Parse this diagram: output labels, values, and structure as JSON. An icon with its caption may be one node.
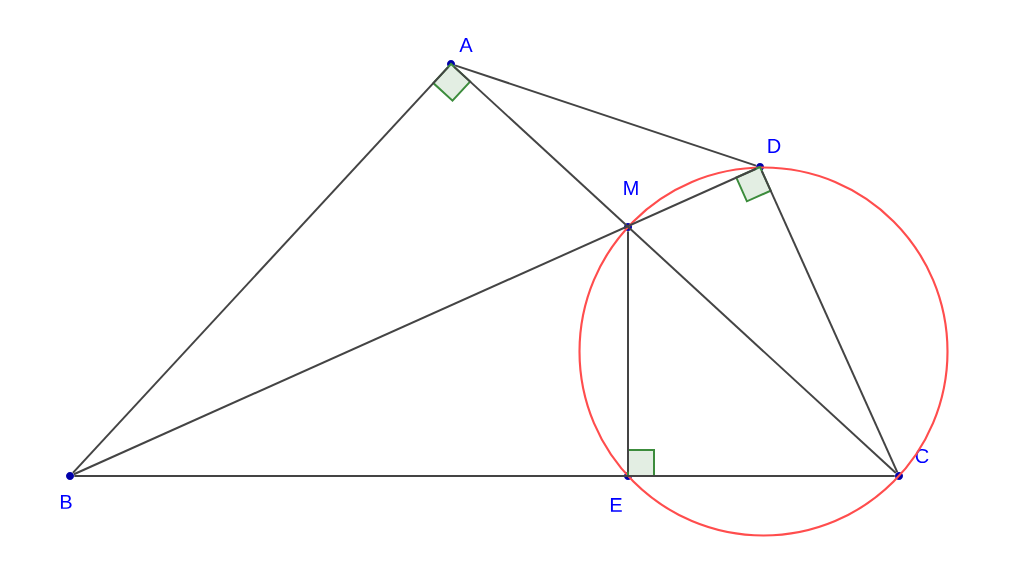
{
  "diagram": {
    "nodes": [
      {
        "text": [
          "A"
        ]
      },
      {
        "text": [
          "B"
        ]
      },
      {
        "text": [
          "C"
        ]
      },
      {
        "text": [
          "D"
        ]
      },
      {
        "text": [
          "E"
        ]
      },
      {
        "text": [
          "M"
        ]
      }
    ],
    "edges": [
      {
        "from": 0,
        "to": 1,
        "arrow": "none"
      },
      {
        "from": 0,
        "to": 3,
        "arrow": "none"
      },
      {
        "from": 0,
        "to": 2,
        "arrow": "none"
      },
      {
        "from": 1,
        "to": 3,
        "arrow": "none"
      },
      {
        "from": 5,
        "to": 4,
        "arrow": "none"
      },
      {
        "from": 3,
        "to": 2,
        "arrow": "none"
      },
      {
        "from": 1,
        "to": 2,
        "arrow": "none"
      }
    ]
  }
}
